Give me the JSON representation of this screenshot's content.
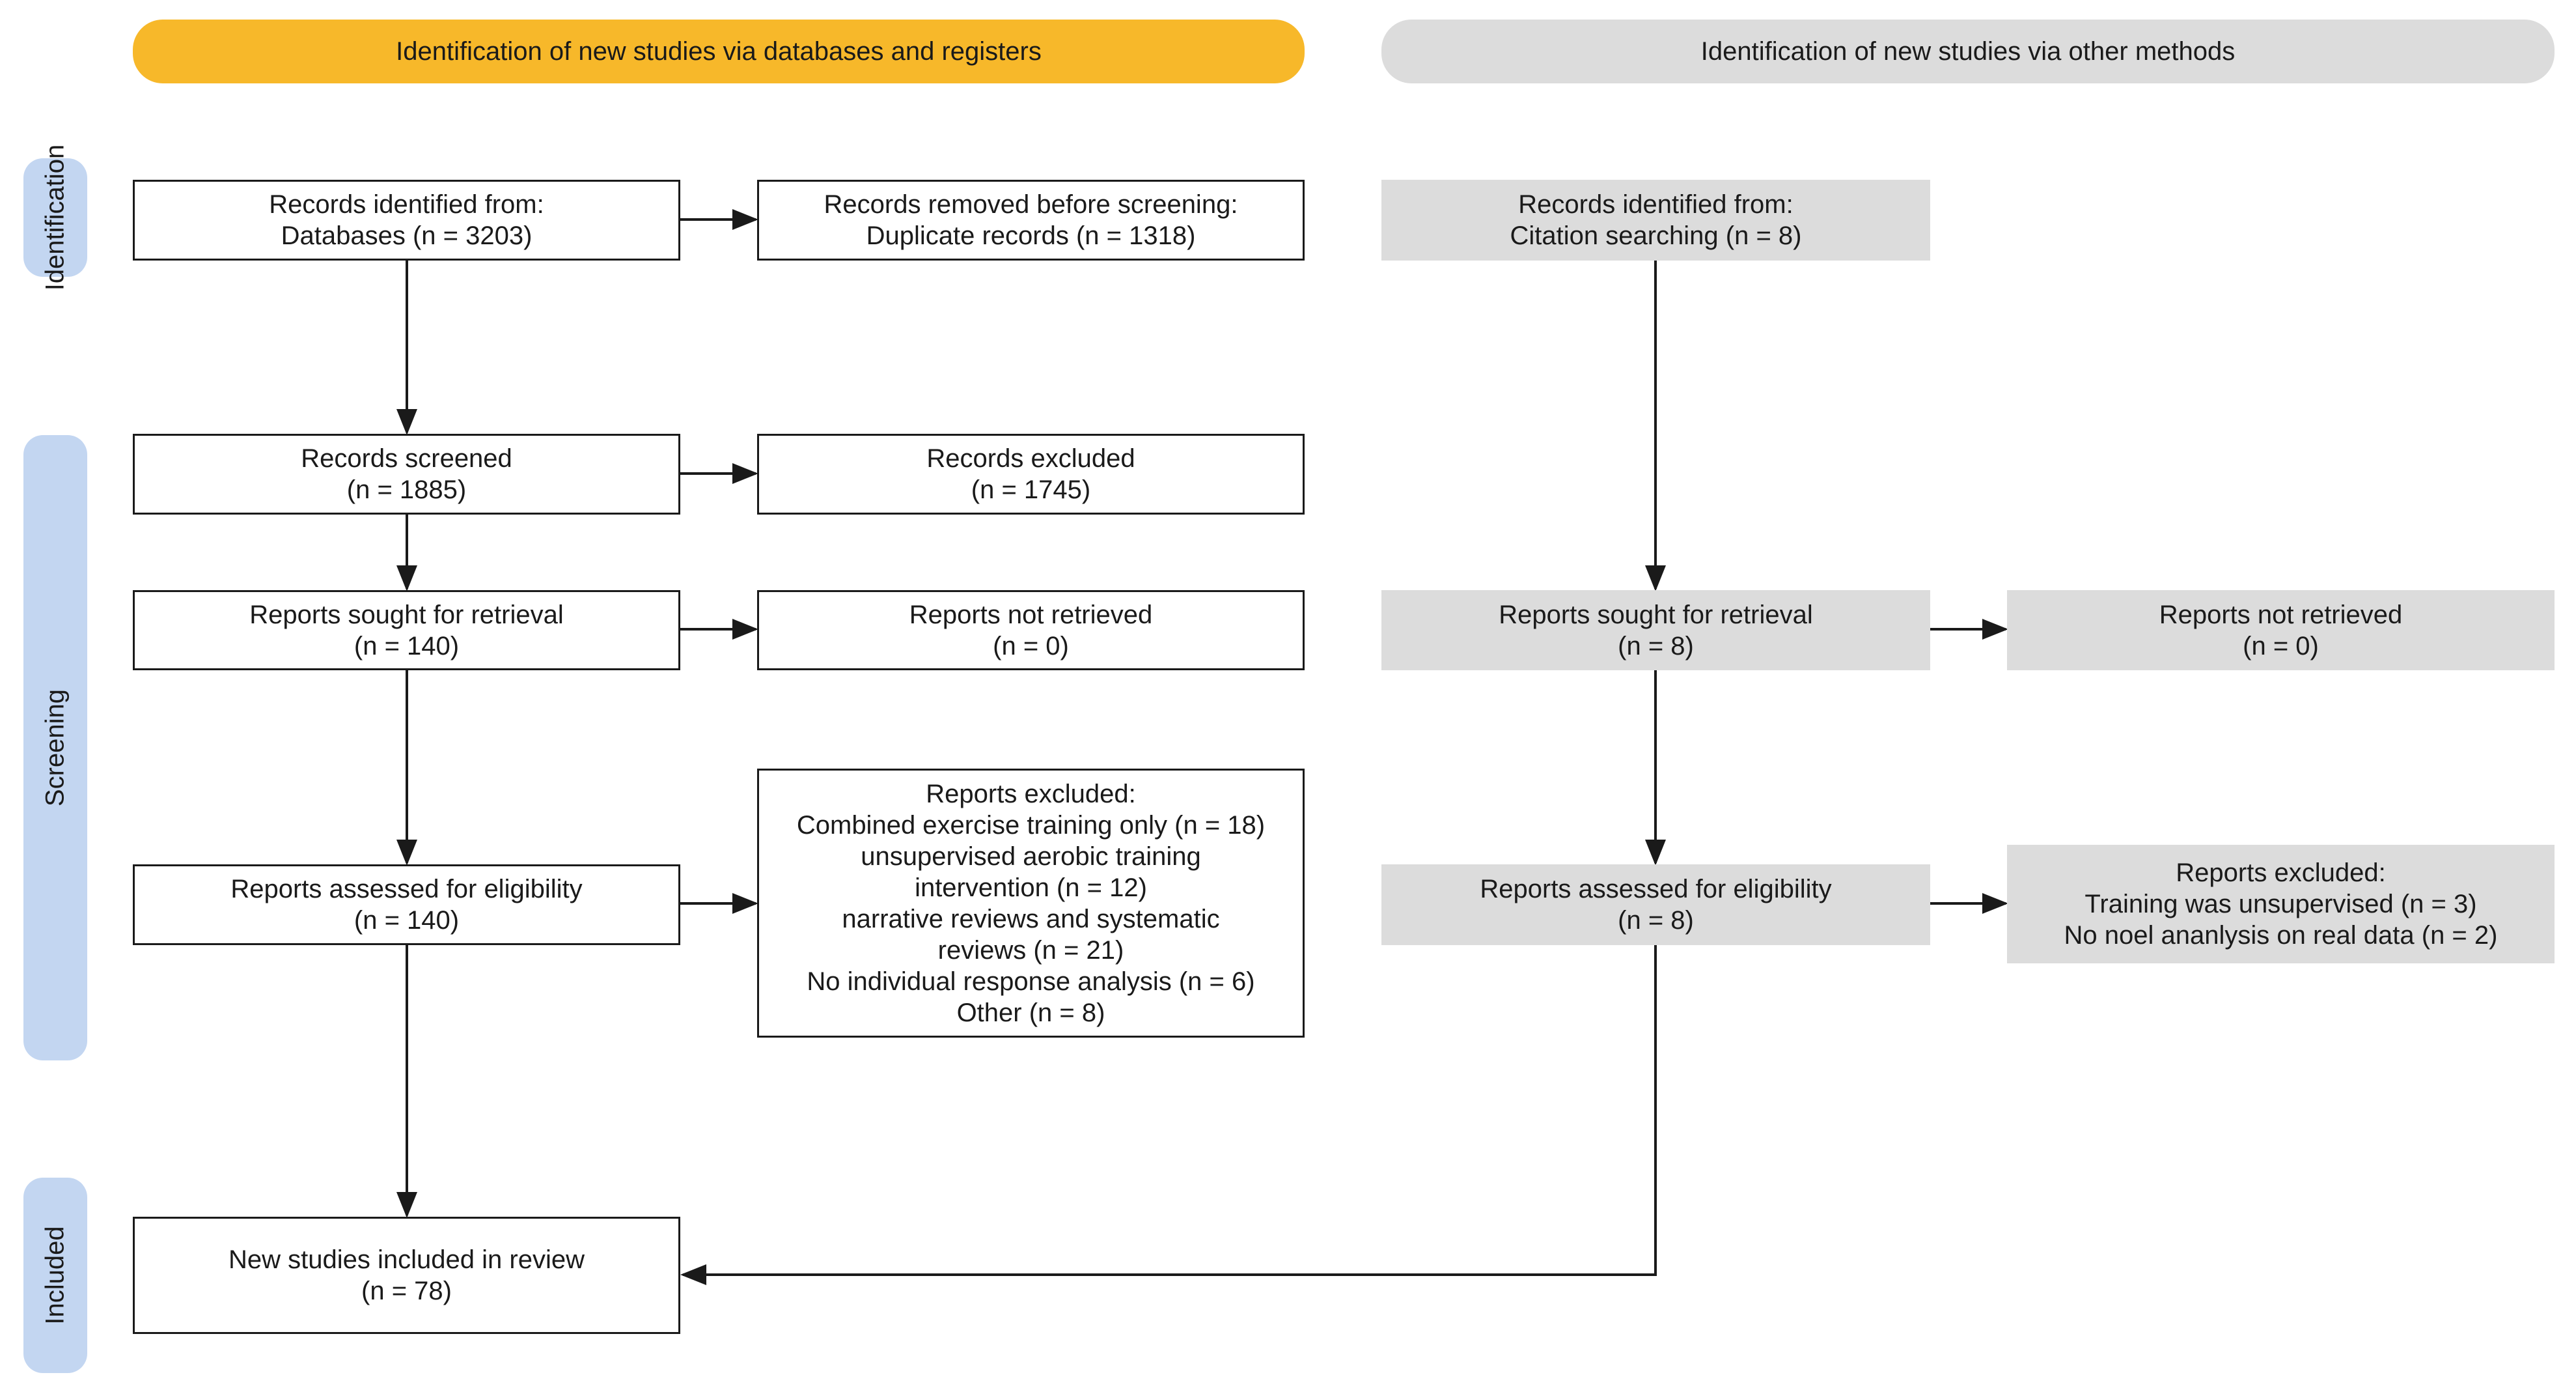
{
  "headers": {
    "databases": "Identification of new studies via databases and registers",
    "other_methods": "Identification of new studies via other methods"
  },
  "phases": {
    "identification": "Identification",
    "screening": "Screening",
    "included": "Included"
  },
  "db": {
    "identified": [
      "Records identified from:",
      "Databases (n = 3203)"
    ],
    "removed": [
      "Records removed before screening:",
      "Duplicate records (n = 1318)"
    ],
    "screened": [
      "Records screened",
      "(n = 1885)"
    ],
    "excluded": [
      "Records excluded",
      "(n = 1745)"
    ],
    "sought": [
      "Reports sought for retrieval",
      "(n = 140)"
    ],
    "not_retrieved": [
      "Reports not retrieved",
      "(n = 0)"
    ],
    "assessed": [
      "Reports assessed for eligibility",
      "(n = 140)"
    ],
    "reports_excluded": [
      "Reports excluded:",
      "Combined exercise training only (n = 18)",
      "unsupervised aerobic training",
      "intervention (n = 12)",
      "narrative reviews and systematic",
      "reviews (n = 21)",
      "No individual response analysis (n = 6)",
      "Other (n = 8)"
    ],
    "included": [
      "New studies included in review",
      "(n = 78)"
    ]
  },
  "other": {
    "identified": [
      "Records identified from:",
      "Citation searching (n = 8)"
    ],
    "sought": [
      "Reports sought for retrieval",
      "(n = 8)"
    ],
    "not_retrieved": [
      "Reports not retrieved",
      "(n = 0)"
    ],
    "assessed": [
      "Reports assessed for eligibility",
      "(n = 8)"
    ],
    "reports_excluded": [
      "Reports excluded:",
      "Training was unsupervised (n = 3)",
      "No noel ananlysis on real data (n = 2)"
    ]
  },
  "colors": {
    "db_header": "#f7b82a",
    "other_header": "#dcdcdc",
    "phase_band": "#c3d6f1",
    "grey_box": "#dcdcdc",
    "line": "#1a1a1a"
  }
}
